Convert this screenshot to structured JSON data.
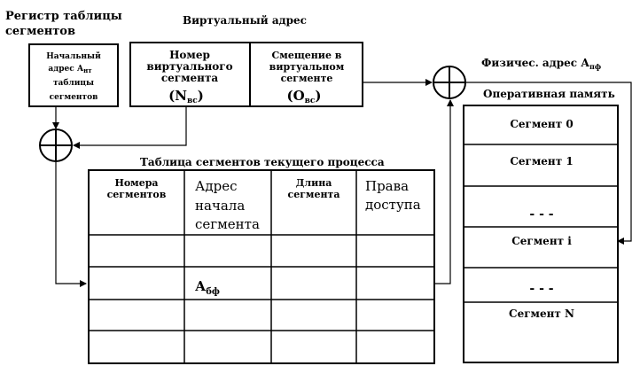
{
  "register": {
    "title_line1": "Регистр таблицы",
    "title_line2": "сегментов",
    "box_line1": "Начальный",
    "box_line2": "адрес А",
    "box_sub": "нт",
    "box_line3": "таблицы",
    "box_line4": "сегментов"
  },
  "virtual_address": {
    "title": "Виртуальный адрес",
    "segment_number": {
      "line1": "Номер",
      "line2": "виртуального",
      "line3": "сегмента",
      "symbol": "N",
      "symbol_sub": "вс"
    },
    "offset": {
      "line1": "Смещение в",
      "line2": "виртуальном",
      "line3": "сегменте",
      "symbol": "O",
      "symbol_sub": "вс"
    }
  },
  "physical_address": {
    "label": "Физичес. адрес А",
    "label_sub": "пф"
  },
  "table": {
    "title": "Таблица сегментов текущего процесса",
    "headers": {
      "col1_line1": "Номера",
      "col1_line2": "сегментов",
      "col2_line1": "Адрес",
      "col2_line2": "начала",
      "col2_line3": "сегмента",
      "col3_line1": "Длина",
      "col3_line2": "сегмента",
      "col4_line1": "Права",
      "col4_line2": "доступа"
    },
    "base_address": "А",
    "base_address_sub": "бф"
  },
  "memory": {
    "title": "Оперативная память",
    "segments": [
      "Сегмент 0",
      "Сегмент 1",
      "- - -",
      "Сегмент i",
      "- - -",
      "Сегмент N"
    ]
  }
}
